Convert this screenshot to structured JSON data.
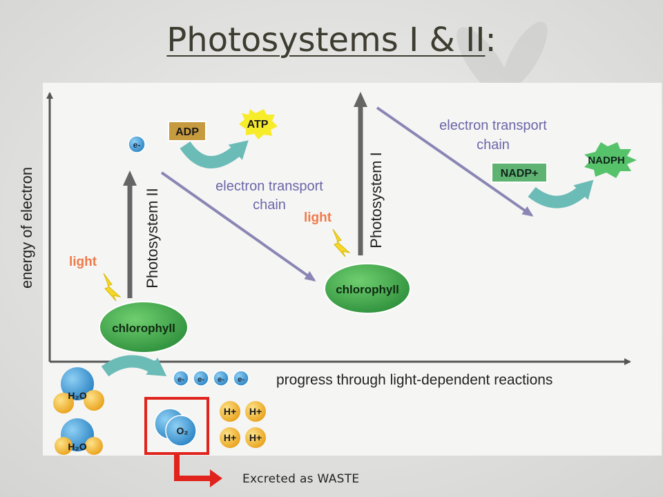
{
  "slide": {
    "title_main": "Photosystems I & II",
    "title_colon": ":",
    "caption": "Excreted as WASTE"
  },
  "diagram": {
    "y_axis_label": "energy of electron",
    "x_axis_label": "progress through light-dependent reactions",
    "photosystem_ii": {
      "label": "Photosystem II",
      "light_label": "light",
      "chlorophyll_label": "chlorophyll",
      "electron_label": "e-"
    },
    "photosystem_i": {
      "label": "Photosystem I",
      "light_label": "light",
      "chlorophyll_label": "chlorophyll"
    },
    "etc_1": {
      "line1": "electron transport",
      "line2": "chain"
    },
    "etc_2": {
      "line1": "electron transport",
      "line2": "chain"
    },
    "atp_cycle": {
      "input": "ADP",
      "output": "ATP"
    },
    "nadph_cycle": {
      "input": "NADP+",
      "output": "NADPH"
    },
    "water_split": {
      "reactant_1": "H₂O",
      "reactant_2": "H₂O",
      "electrons": [
        "e-",
        "e-",
        "e-",
        "e-"
      ],
      "oxygen": "O₂",
      "protons": [
        "H+",
        "H+",
        "H+",
        "H+"
      ]
    },
    "colors": {
      "chlorophyll_green": "#3ea34a",
      "electron_blue": "#4aa6dc",
      "arrow_purple": "#8a86b4",
      "teal_cycle": "#6bbbb7",
      "light_orange": "#f07a4a",
      "highlight_red": "#e0231c"
    }
  }
}
